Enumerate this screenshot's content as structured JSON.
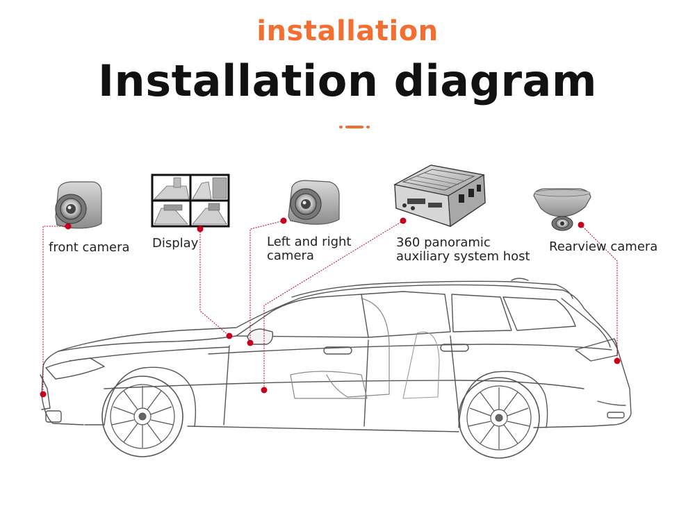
{
  "header": {
    "overline": "installation",
    "title": "Installation diagram"
  },
  "labels": {
    "front_camera": "front camera",
    "display": "Display",
    "side_camera_line1": "Left and right",
    "side_camera_line2": "camera",
    "host_line1": "360 panoramic",
    "host_line2": "auxiliary system host",
    "rear_camera": "Rearview camera"
  },
  "colors": {
    "accent": "#f26f31",
    "leader": "#b8001a",
    "line": "#555555"
  },
  "icons": [
    "front-camera-icon",
    "display-quad-view-icon",
    "side-camera-icon",
    "host-box-icon",
    "rear-camera-icon",
    "car-illustration"
  ]
}
